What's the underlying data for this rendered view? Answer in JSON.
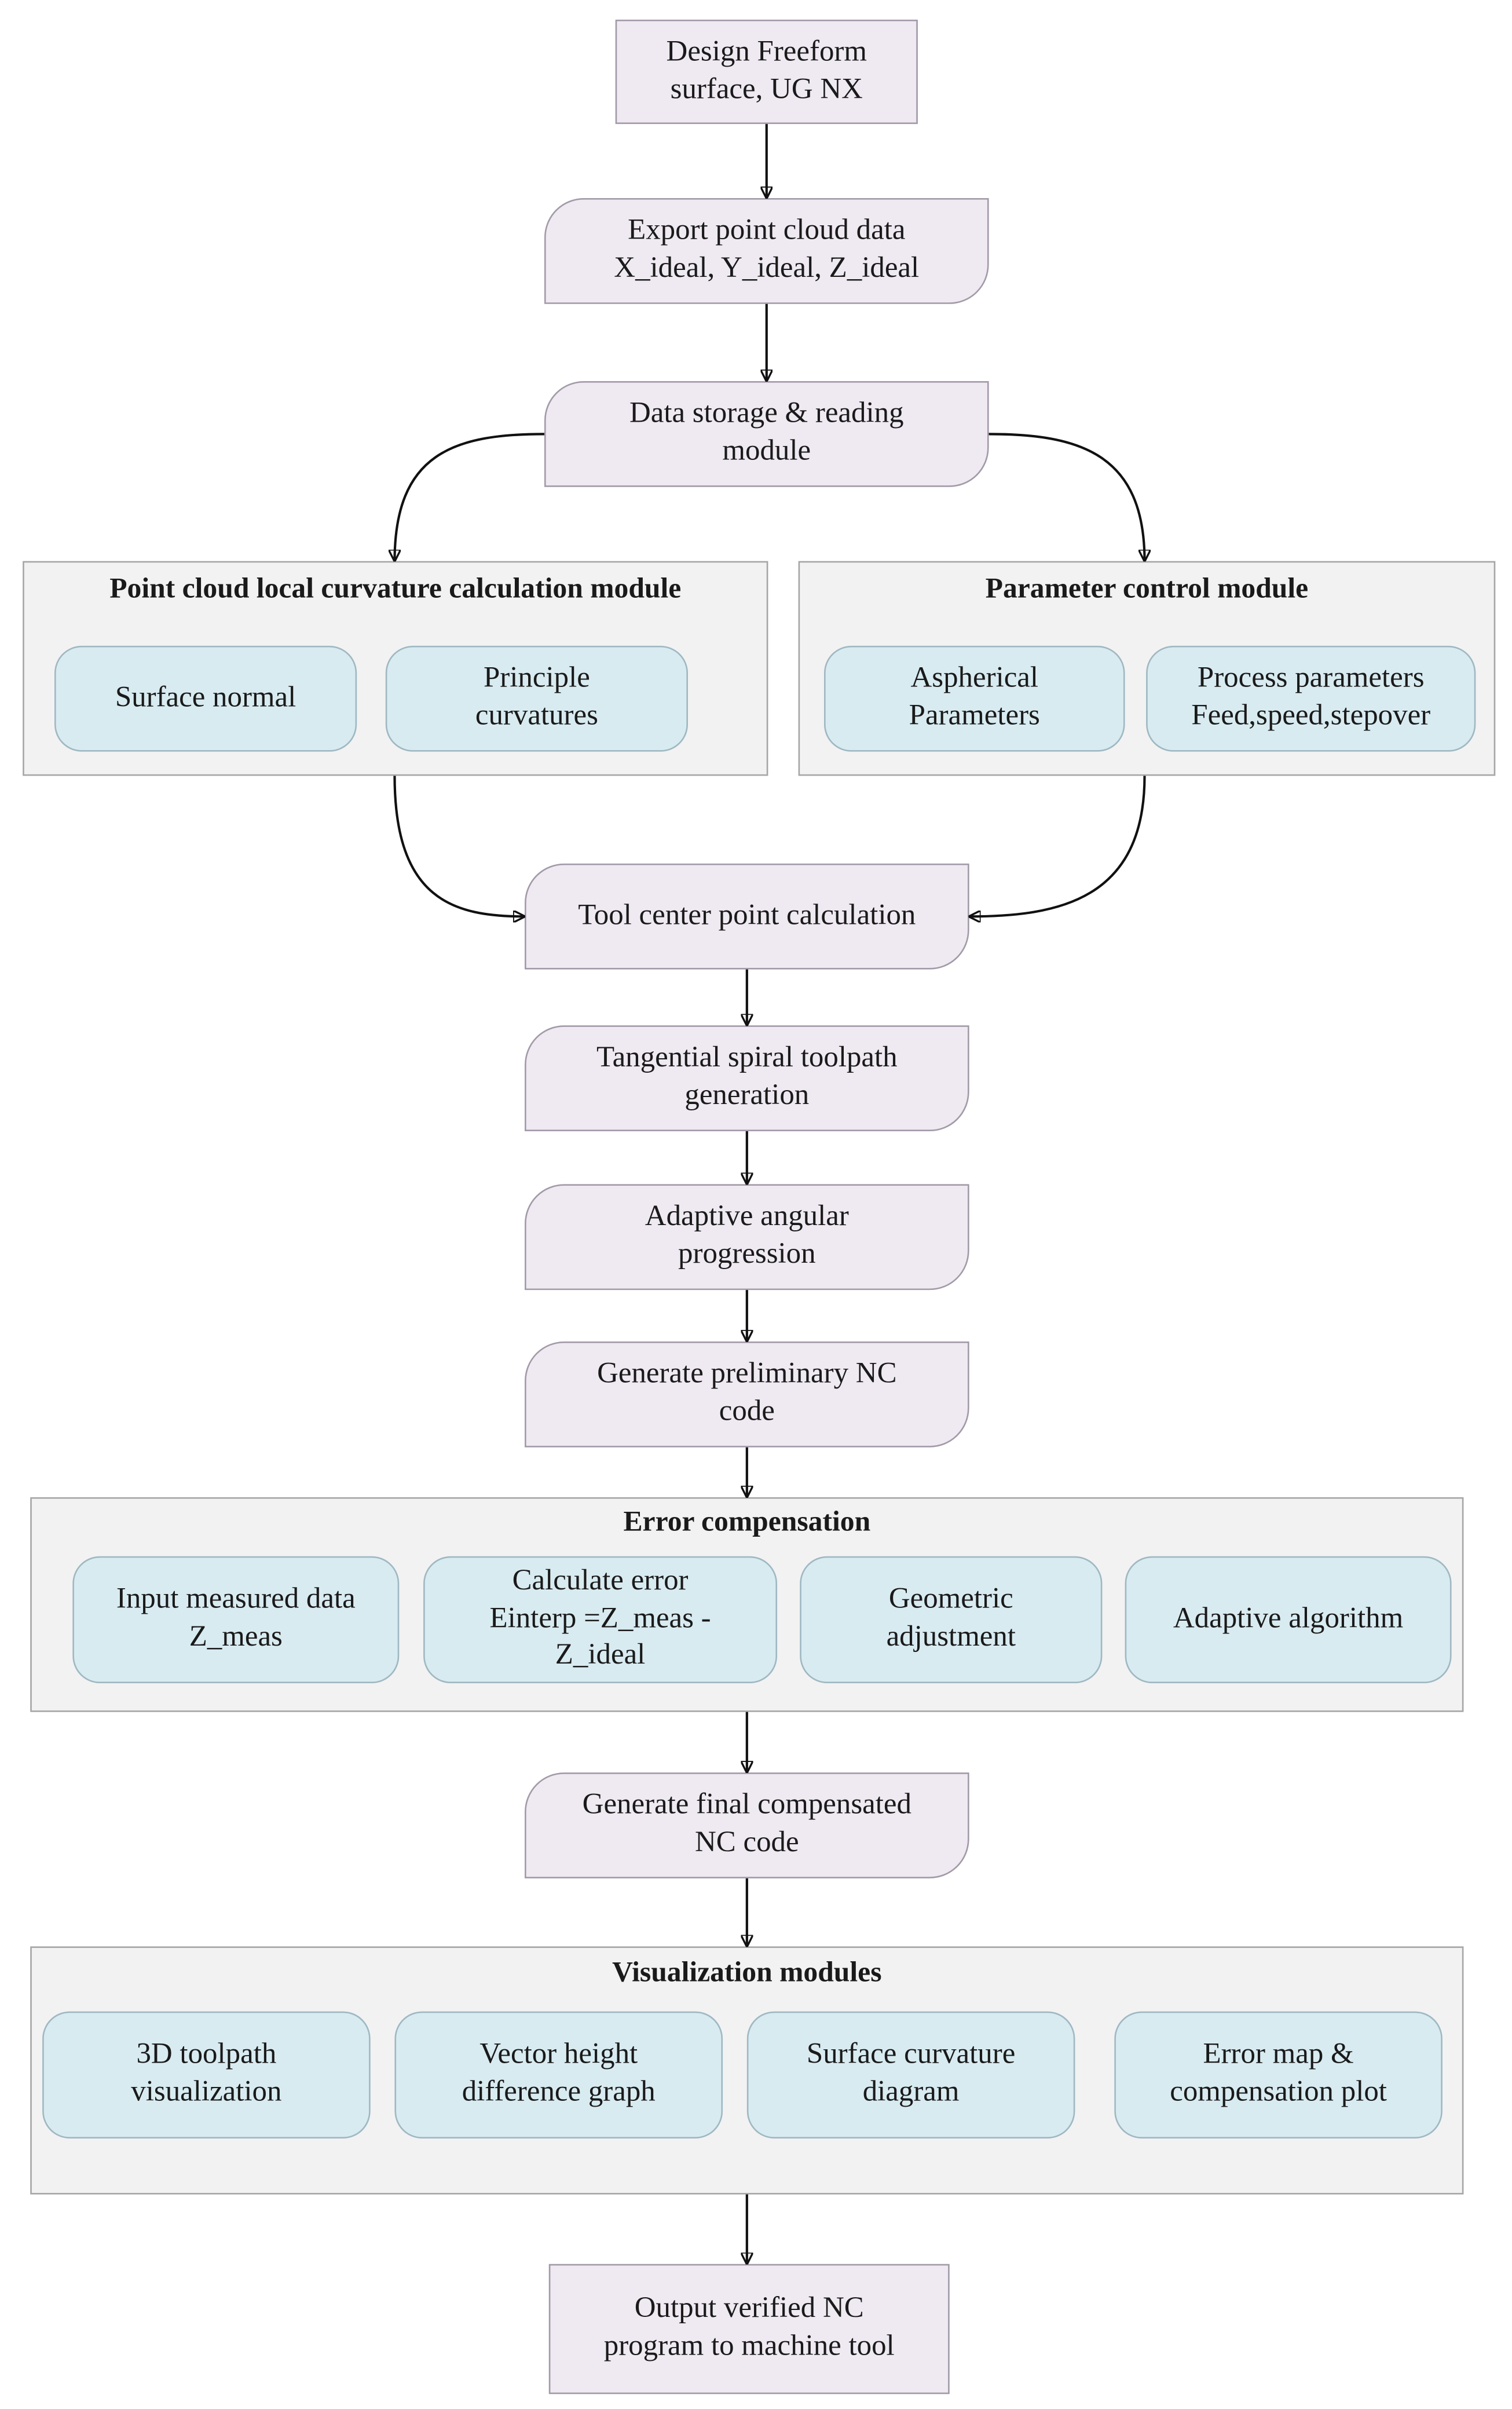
{
  "nodes": {
    "design_freeform": [
      "Design Freeform",
      "surface, UG NX"
    ],
    "export_point_cloud": [
      "Export point cloud data",
      "X_ideal, Y_ideal, Z_ideal"
    ],
    "data_storage": [
      "Data storage & reading",
      "module"
    ],
    "tool_center": [
      "Tool center point calculation"
    ],
    "tangential_spiral": [
      "Tangential spiral toolpath",
      "generation"
    ],
    "adaptive_angular": [
      "Adaptive angular",
      "progression"
    ],
    "preliminary_nc": [
      "Generate preliminary NC",
      "code"
    ],
    "final_nc": [
      "Generate final compensated",
      "NC code"
    ],
    "output_program": [
      "Output verified NC",
      "program to machine tool"
    ]
  },
  "groups": {
    "curvature_module": {
      "title": "Point cloud local curvature calculation module",
      "items": [
        [
          "Surface normal"
        ],
        [
          "Principle",
          "curvatures"
        ]
      ]
    },
    "parameter_module": {
      "title": "Parameter control module",
      "items": [
        [
          "Aspherical",
          "Parameters"
        ],
        [
          "Process parameters",
          "Feed,speed,stepover"
        ]
      ]
    },
    "error_compensation": {
      "title": "Error compensation",
      "items": [
        [
          "Input measured data",
          "Z_meas"
        ],
        [
          "Calculate error",
          "Einterp =Z_meas -",
          "Z_ideal"
        ],
        [
          "Geometric",
          "adjustment"
        ],
        [
          "Adaptive algorithm"
        ]
      ]
    },
    "visualization": {
      "title": "Visualization modules",
      "items": [
        [
          "3D toolpath",
          "visualization"
        ],
        [
          "Vector height",
          "difference graph"
        ],
        [
          "Surface curvature",
          "diagram"
        ],
        [
          "Error map &",
          "compensation plot"
        ]
      ]
    }
  }
}
